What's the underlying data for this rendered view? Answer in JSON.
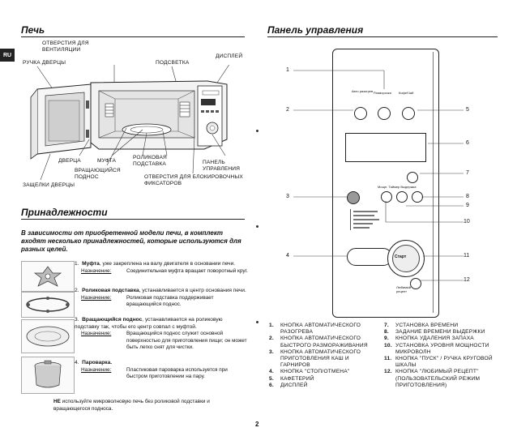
{
  "page_number": "2",
  "lang_tab": "RU",
  "oven": {
    "title": "Печь",
    "labels": {
      "vent": "ОТВЕРСТИЯ ДЛЯ ВЕНТИЛЯЦИИ",
      "handle": "РУЧКА ДВЕРЦЫ",
      "light": "ПОДСВЕТКА",
      "display": "ДИСПЛЕЙ",
      "door": "ДВЕРЦА",
      "coupler": "МУФТА",
      "roller_ring": "РОЛИКОВАЯ ПОДСТАВКА",
      "control_panel": "ПАНЕЛЬ УПРАВЛЕНИЯ",
      "turntable": "ВРАЩАЮЩИЙСЯ ПОДНОС",
      "latches": "ЗАЩЕЛКИ ДВЕРЦЫ",
      "lock_holes": "ОТВЕРСТИЯ ДЛЯ БЛОКИРОВОЧНЫХ ФИКСАТОРОВ"
    }
  },
  "accessories": {
    "title": "Принадлежности",
    "intro": "В зависимости от приобретенной модели печи, в комплект входят несколько принадлежностей, которые используются для разных целей.",
    "purpose_label": "Назначение:",
    "items": [
      {
        "num": "1.",
        "name": "Муфта",
        "desc": ", уже закреплена на валу двигателя в основании печи.",
        "purpose": "Соединительная муфта вращает поворотный круг."
      },
      {
        "num": "2.",
        "name": "Роликовая подставка",
        "desc": ", устанавливается в центр основания печи.",
        "purpose": "Роликовая подставка поддерживает вращающийся поднос."
      },
      {
        "num": "3.",
        "name": "Вращающийся поднос",
        "desc": ", устанавливается на роликовую подставку так, чтобы его центр совпал с муфтой.",
        "purpose": "Вращающийся поднос служит основной поверхностью для приготовления пищи; он может быть легко снят для чистки."
      },
      {
        "num": "4.",
        "name": "Пароварка.",
        "desc": "",
        "purpose": "Пластиковая пароварка используется при быстром приготовлении на пару."
      }
    ],
    "note_bold": "НЕ",
    "note": " используйте микроволновую печь без роликовой подставки и вращающегося подноса."
  },
  "panel": {
    "title": "Панель управления",
    "callouts": [
      "1",
      "2",
      "3",
      "4",
      "5",
      "6",
      "7",
      "8",
      "9",
      "10",
      "11",
      "12"
    ],
    "panel_texts": {
      "b1": "Авто разогрев",
      "b2": "Разморозка",
      "b3": "Кофе/Чай",
      "b4": "Старт",
      "b5": "Любимый рецепт",
      "b6": "Мощн.",
      "b7": "Таймер",
      "b8": "Выдержка"
    },
    "legend_left": [
      {
        "n": "1.",
        "t": "КНОПКА АВТОМАТИЧЕСКОГО РАЗОГРЕВА"
      },
      {
        "n": "2.",
        "t": "КНОПКА АВТОМАТИЧЕСКОГО БЫСТРОГО РАЗМОРАЖИВАНИЯ"
      },
      {
        "n": "3.",
        "t": "КНОПКА АВТОМАТИЧЕСКОГО ПРИГОТОВЛЕНИЯ КАШ И ГАРНИРОВ"
      },
      {
        "n": "4.",
        "t": "КНОПКА \"СТОП/ОТМЕНА\""
      },
      {
        "n": "5.",
        "t": "КАФЕТЕРИЙ"
      },
      {
        "n": "6.",
        "t": "ДИСПЛЕЙ"
      }
    ],
    "legend_right": [
      {
        "n": "7.",
        "t": "УСТАНОВКА ВРЕМЕНИ"
      },
      {
        "n": "8.",
        "t": "ЗАДАНИЕ ВРЕМЕНИ ВЫДЕРЖКИ"
      },
      {
        "n": "9.",
        "t": "КНОПКА УДАЛЕНИЯ ЗАПАХА"
      },
      {
        "n": "10.",
        "t": "УСТАНОВКА УРОВНЯ МОЩНОСТИ МИКРОВОЛН"
      },
      {
        "n": "11.",
        "t": "КНОПКА \"ПУСК\" / РУЧКА КРУГОВОЙ ШКАЛЫ"
      },
      {
        "n": "12.",
        "t": "КНОПКА \"ЛЮБИМЫЙ РЕЦЕПТ\" (ПОЛЬЗОВАТЕЛЬСКИЙ РЕЖИМ ПРИГОТОВЛЕНИЯ)"
      }
    ]
  }
}
